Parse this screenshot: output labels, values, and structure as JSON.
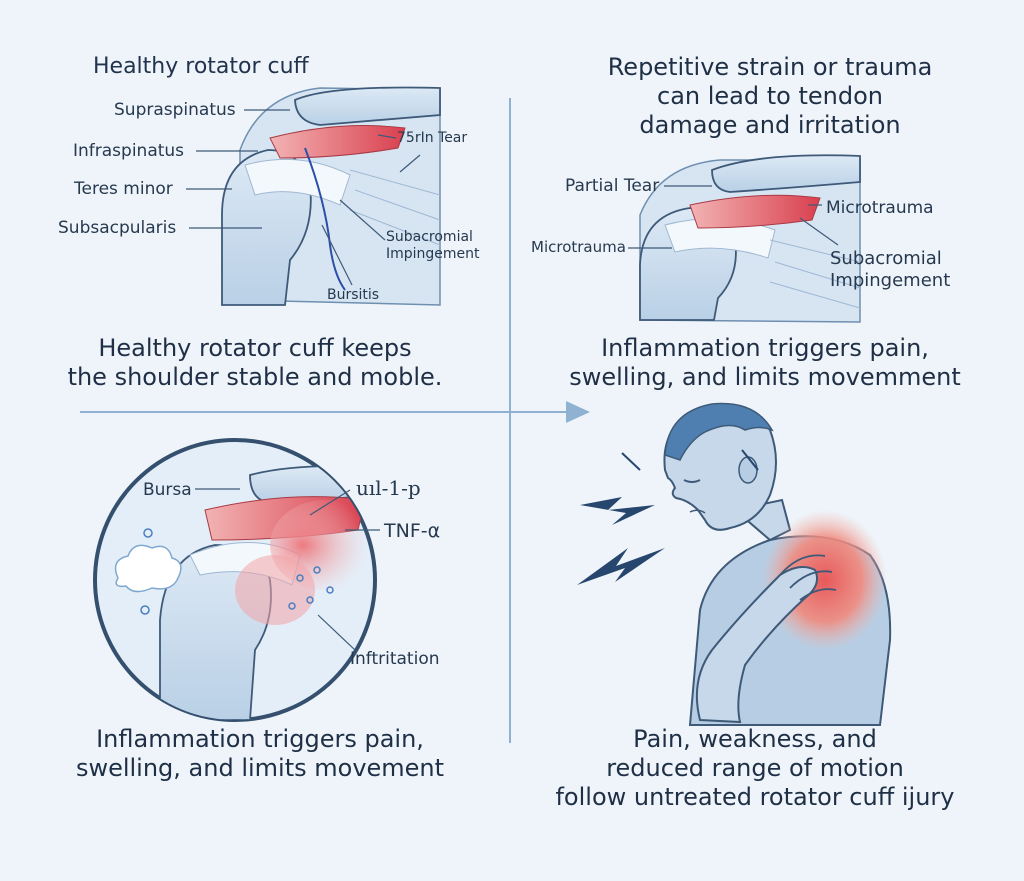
{
  "panel1": {
    "title": "Healthy rotator cuff",
    "labels": {
      "supraspinatus": "Supraspinatus",
      "infraspinatus": "Infraspinatus",
      "teres_minor": "Teres minor",
      "subscapularis": "Subsacpularis",
      "tear": "75rIn Tear",
      "subacromial_impingement_line1": "Subacromial",
      "subacromial_impingement_line2": "Impingement",
      "bursitis": "Bursitis"
    },
    "caption_line1": "Healthy rotator cuff keeps",
    "caption_line2": "the shoulder stable and moble."
  },
  "panel2": {
    "title_line1": "Repetitive strain or trauma",
    "title_line2": "can lead to tendon",
    "title_line3": "damage and irritation",
    "labels": {
      "partial_tear": "Partial Tear",
      "microtrauma_right": "Microtrauma",
      "microtrauma_left": "Microtrauma",
      "subacromial_line1": "Subacromial",
      "subacromial_line2": "Impingement"
    },
    "caption_line1": "Inflammation triggers pain,",
    "caption_line2": "swelling, and limits movemment"
  },
  "panel3": {
    "labels": {
      "bursa": "Bursa",
      "il1b": "uıl-1-p",
      "tnf": "TNF-α",
      "infiltration": "Inftritation"
    },
    "caption_line1": "Inflammation triggers pain,",
    "caption_line2": "swelling, and limits movement"
  },
  "panel4": {
    "caption_line1": "Pain, weakness, and",
    "caption_line2": "reduced range of motion",
    "caption_line3": "follow untreated rotator cuff ijury"
  },
  "colors": {
    "background": "#eef4fa",
    "bone": "#cfe0f0",
    "muscle_red": "#e0606a",
    "outline": "#3e5a78",
    "accent_blue": "#7fa8cf",
    "pain_red": "#e8585a"
  }
}
